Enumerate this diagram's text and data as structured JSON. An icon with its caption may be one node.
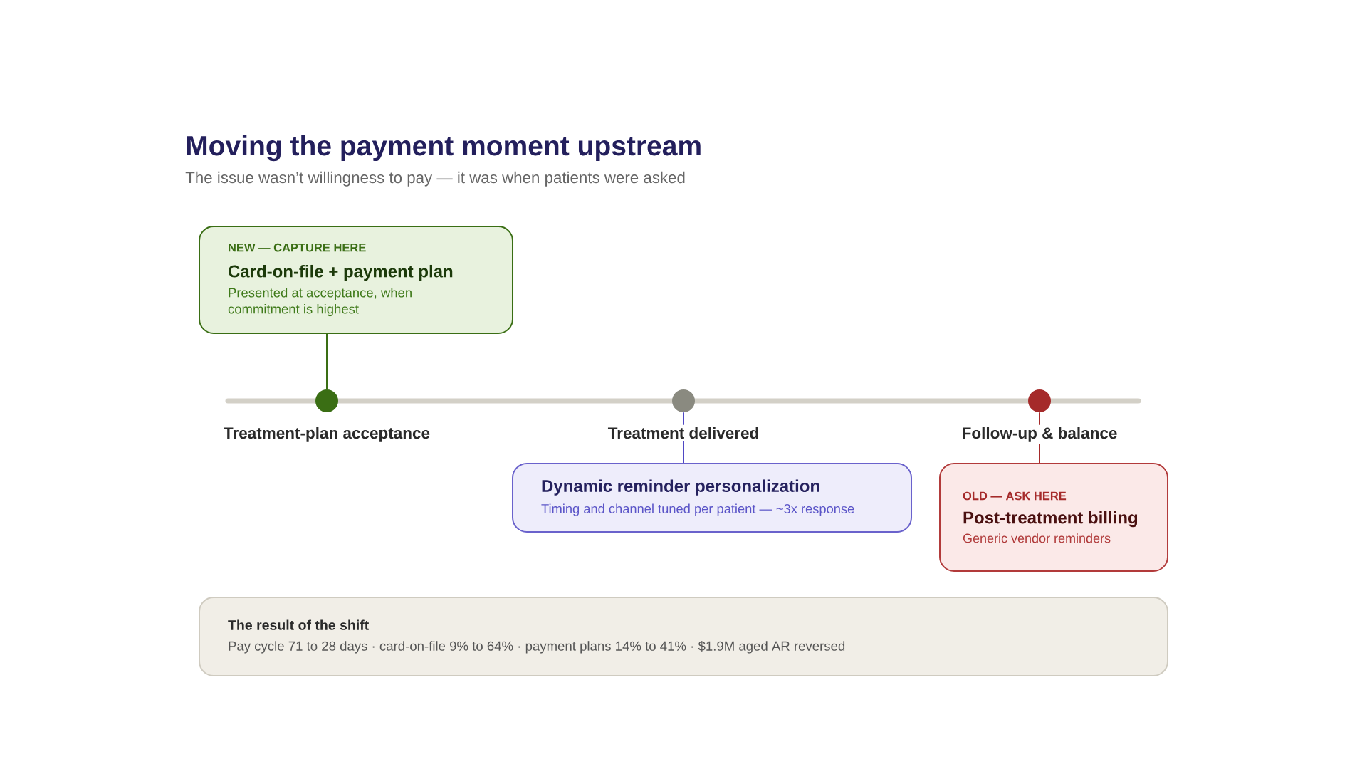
{
  "diagram": {
    "title": "Moving the payment moment upstream",
    "nodes": [
      {
        "text": [
          "NEW — CAPTURE HERE",
          "Card-on-file + payment plan",
          "Presented at acceptance, when commitment is highest"
        ]
      },
      {
        "text": [],
        "shape": "circle",
        "beside": [
          "Treatment-plan acceptance"
        ]
      },
      {
        "text": [],
        "shape": "circle",
        "beside": [
          "Treatment delivered"
        ]
      },
      {
        "text": [],
        "shape": "circle",
        "beside": [
          "Follow-up & balance"
        ]
      },
      {
        "text": [
          "Dynamic reminder personalization",
          "Timing and channel tuned per patient — ~3x response"
        ]
      },
      {
        "text": [
          "OLD — ASK HERE",
          "Post-treatment billing",
          "Generic vendor reminders"
        ]
      },
      {
        "text": [
          "The result of the shift",
          "Pay cycle 71 to 28 days · card-on-file 9% to 64% · payment plans 14% to 41% · $1.9M aged AR reversed"
        ]
      }
    ],
    "edges": [
      {
        "from": 0,
        "to": 1,
        "arrow": "none",
        "color": "#3a6e14"
      },
      {
        "from": 2,
        "to": 4,
        "arrow": "none",
        "color": "#4f47c4"
      },
      {
        "from": 3,
        "to": 5,
        "arrow": "none",
        "color": "#a52a2a"
      }
    ],
    "labels": [
      "The issue wasn’t willingness to pay — it was when patients were asked"
    ]
  }
}
